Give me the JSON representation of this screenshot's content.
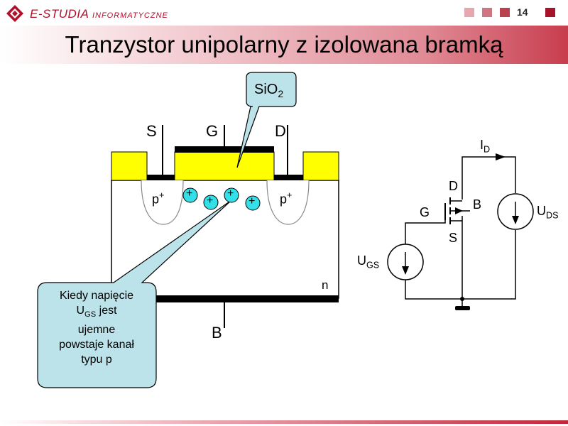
{
  "header": {
    "brand_main": "E-STUDIA",
    "brand_small": "INFORMATYCZNE",
    "page_number": "14",
    "dot_colors": [
      "#e6a7ae",
      "#d07682",
      "#b8404f",
      "#a5142a"
    ]
  },
  "title": "Tranzystor unipolarny z izolowana bramką",
  "device": {
    "label_source": "S",
    "label_gate": "G",
    "label_drain": "D",
    "label_bulk": "B",
    "label_substrate": "n",
    "p_region_left": "p",
    "p_region_right": "p",
    "p_superscript": "+",
    "charge_symbol": "+",
    "oxide_callout_main": "SiO",
    "oxide_callout_sub": "2"
  },
  "note_callout": {
    "line1": "Kiedy napięcie",
    "line2_main": "U",
    "line2_sub": "GS",
    "line2_rest": " jest",
    "line3": "ujemne",
    "line4": "powstaje kanał",
    "line5": "typu p"
  },
  "circuit": {
    "current_main": "I",
    "current_sub": "D",
    "label_drain": "D",
    "label_gate": "G",
    "label_bulk": "B",
    "label_source": "S",
    "ugs_main": "U",
    "ugs_sub": "GS",
    "uds_main": "U",
    "uds_sub": "DS"
  },
  "colors": {
    "brand": "#b0102a",
    "silicon_yellow": "#ffff00",
    "metal_black": "#000000",
    "charge_cyan": "#33e0e8",
    "callout_fill": "#bde3ea"
  }
}
